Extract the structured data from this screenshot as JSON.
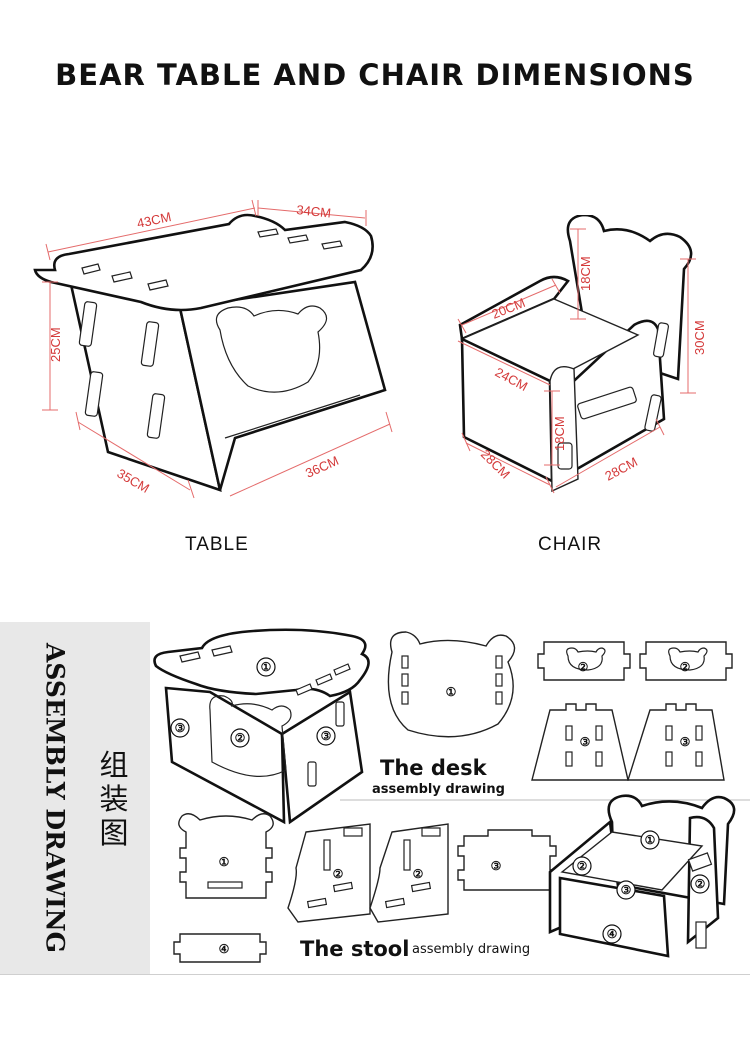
{
  "title": "BEAR TABLE AND CHAIR DIMENSIONS",
  "table": {
    "caption": "TABLE",
    "dims": {
      "top_left": "43CM",
      "top_right": "34CM",
      "height": "25CM",
      "base_left": "35CM",
      "base_right": "36CM"
    }
  },
  "chair": {
    "caption": "CHAIR",
    "dims": {
      "back_height": "18CM",
      "height": "30CM",
      "seat_width": "20CM",
      "seat_depth": "24CM",
      "front_height": "18CM",
      "base_left": "28CM",
      "base_right": "28CM"
    }
  },
  "assembly": {
    "vertical_title": "ASSEMBLY DRAWING",
    "vertical_zh": [
      "组",
      "装",
      "图"
    ],
    "desk_label": "The desk",
    "desk_sub": "assembly drawing",
    "stool_label": "The stool",
    "stool_sub": "assembly drawing",
    "part_numbers": [
      "①",
      "②",
      "③",
      "④"
    ]
  }
}
